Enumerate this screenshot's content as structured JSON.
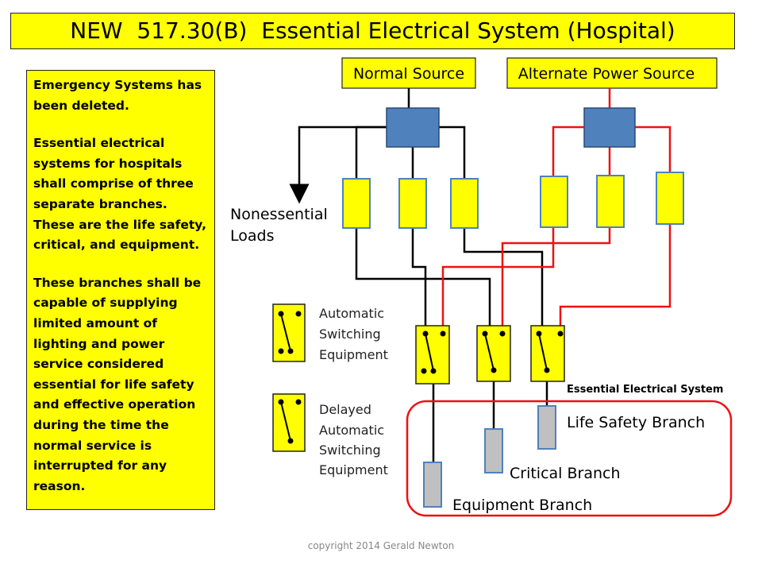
{
  "title": "NEW  517.30(B)  Essential Electrical System (Hospital)",
  "notes": [
    "Emergency Systems has been deleted.",
    "Essential electrical systems for hospitals shall comprise of three separate branches. These are the life safety, critical, and equipment.",
    "These branches shall be capable of supplying limited amount of lighting and power service considered essential for life safety and effective operation during the time the normal service is interrupted for any reason."
  ],
  "diagram": {
    "normal_source": "Normal Source",
    "alternate_source": "Alternate Power Source",
    "nonessential_loads": [
      "Nonessential",
      "Loads"
    ],
    "legend_automatic": [
      "Automatic",
      "Switching",
      "Equipment"
    ],
    "legend_delayed": [
      "Delayed",
      "Automatic",
      "Switching",
      "Equipment"
    ],
    "ees_label": "Essential Electrical System",
    "life_safety_branch": "Life Safety Branch",
    "critical_branch": "Critical Branch",
    "equipment_branch": "Equipment Branch",
    "normal_wire_color": "#000000",
    "alternate_wire_color": "#ee1111",
    "panel_color": "#4f81bd",
    "switch_color": "#ffff00",
    "load_color": "#c0c0c0"
  },
  "copyright": "copyright 2014 Gerald Newton"
}
